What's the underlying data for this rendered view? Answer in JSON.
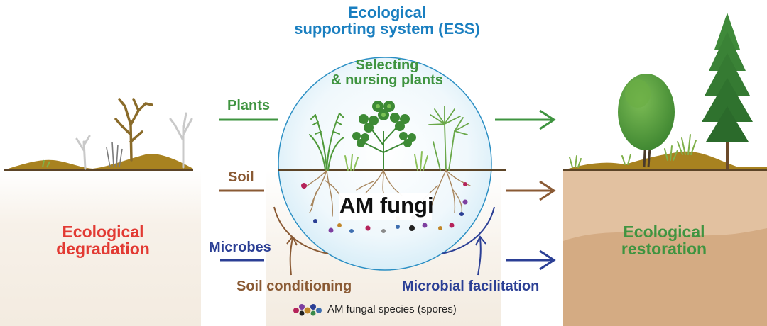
{
  "colors": {
    "blue_title": "#1a7fc0",
    "green": "#3f9440",
    "brown": "#8a5a34",
    "navy": "#2b3f95",
    "red": "#e23a33",
    "soil_dark": "#a88220",
    "earth_right": "#e2c1a0"
  },
  "ess": {
    "title_line1": "Ecological",
    "title_line2": "supporting system (ESS)"
  },
  "selecting": {
    "line1": "Selecting",
    "line2": "& nursing plants"
  },
  "inputs": {
    "plants": "Plants",
    "soil": "Soil",
    "microbes": "Microbes"
  },
  "degradation": {
    "line1": "Ecological",
    "line2": "degradation"
  },
  "restoration": {
    "line1": "Ecological",
    "line2": "restoration"
  },
  "am_fungi": "AM fungi",
  "processes": {
    "soil_conditioning": "Soil conditioning",
    "microbial_facilitation": "Microbial facilitation"
  },
  "legend": {
    "spores": "AM fungal species (spores)"
  }
}
